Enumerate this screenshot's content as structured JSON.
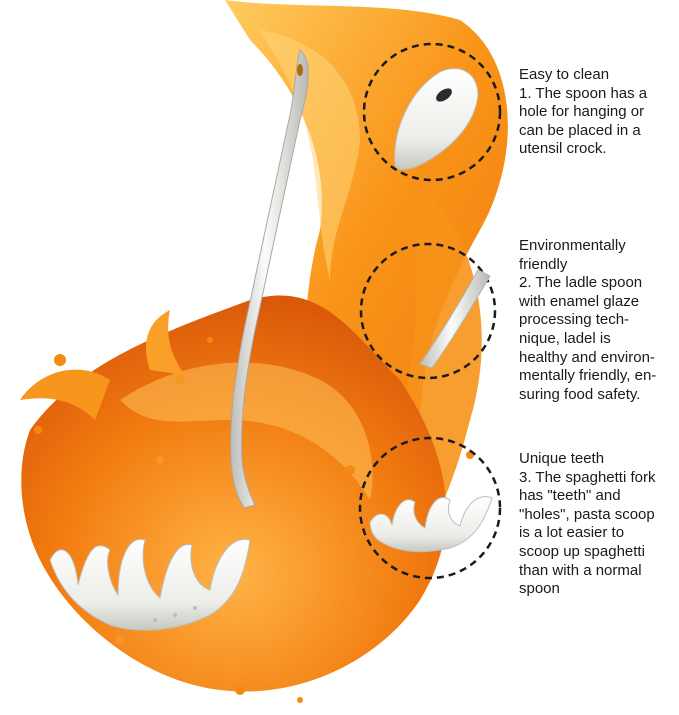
{
  "features": [
    {
      "title": "Easy to clean",
      "description_lines": [
        "1. The spoon has a",
        "hole for hanging or",
        "can be placed in a",
        "utensil crock."
      ]
    },
    {
      "title_lines": [
        "Environmentally",
        "friendly"
      ],
      "description_lines": [
        "2. The ladle spoon",
        "with enamel glaze",
        "processing tech-",
        "nique, ladel is",
        "healthy and environ-",
        "mentally friendly, en-",
        "suring food safety."
      ]
    },
    {
      "title": "Unique teeth",
      "description_lines": [
        "3. The spaghetti fork",
        "has \"teeth\" and",
        "\"holes\", pasta scoop",
        "is a lot easier to",
        "scoop up spaghetti",
        "than with a normal",
        "spoon"
      ]
    }
  ],
  "colors": {
    "juice_orange": "#f58a12",
    "juice_light": "#ffc04a",
    "juice_deep": "#e05a08",
    "utensil_white": "#f4f4f2",
    "utensil_shade": "#c9c9c6",
    "callout_ring": "#1a1a1a",
    "text": "#1a1a1a"
  }
}
